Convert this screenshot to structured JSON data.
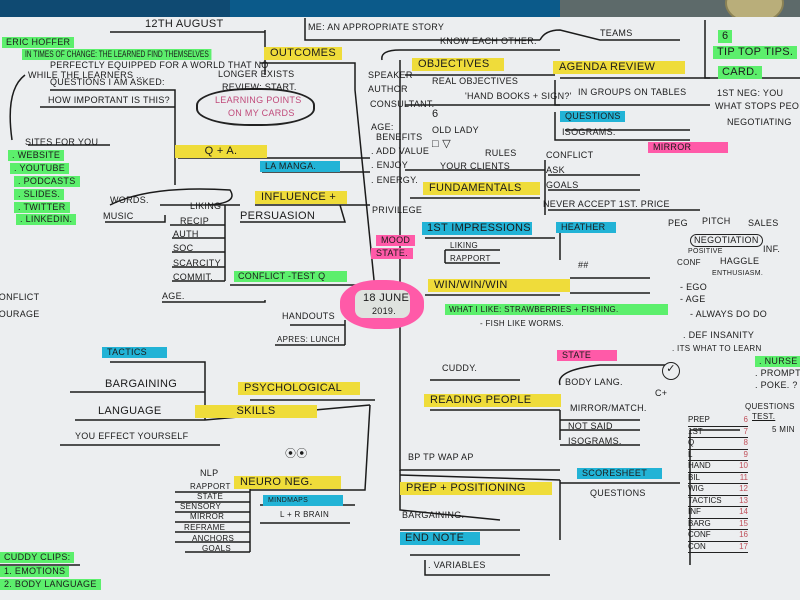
{
  "notes": {
    "date_aug": "12th August",
    "me_story": "ME: AN APPROPRIATE STORY",
    "know_each": "KNOW EACH OTHER.",
    "teams": "TEAMS",
    "tips_6": "6",
    "tips": "TIP TOP TIPS.",
    "card": "CARD.",
    "hoffer": "ERIC HOFFER",
    "quote1": "IN TIMES OF CHANGE: THE LEARNED FIND THEMSELVES",
    "quote2": "PERFECTLY EQUIPPED FOR A WORLD THAT NO",
    "quote3": "WHILE THE LEARNERS ...",
    "quote4": "LONGER EXISTS",
    "outcomes": "OUTCOMES",
    "review": "REVIEW: START.",
    "questions_asked": "QUESTIONS I AM ASKED:",
    "how_important": "HOW IMPORTANT IS THIS?",
    "learning_points": "LEARNING POINTS",
    "on_cards": "ON MY CARDS",
    "sites": "SITES FOR YOU",
    "website": ". WEBSITE",
    "youtube": ". YOUTUBE",
    "podcasts": ". PODCASTS",
    "slides": ". SLIDES.",
    "twitter": ". TWITTER",
    "linkedin": ". LINKEDIN.",
    "qa": "Q + A.",
    "la_manga": "LA MANGA.",
    "influence": "INFLUENCE +",
    "persuasion": "PERSUASION",
    "words": "WORDS.",
    "music": "MUSIC",
    "liking": "LIKING",
    "recip": "RECIP",
    "auth": "AUTH",
    "soc": "SOC",
    "scarcity": "SCARCITY",
    "commit": "COMMIT.",
    "conflict_test": "CONFLICT -TEST Q",
    "age": "AGE.",
    "conflict_l": "CONFLICT",
    "courage": "COURAGE",
    "speaker": "SPEAKER",
    "author": "AUTHOR",
    "consultant": "CONSULTANT.",
    "age_b": "AGE:",
    "benefits": "BENEFITS",
    "add_value": ". ADD VALUE",
    "enjoy": ". ENJOY",
    "energy": ". ENERGY.",
    "privilege": "PRIVILEGE",
    "mood": "MOOD",
    "state_mid": "STATE.",
    "june": "18 JUNE",
    "year": "2019.",
    "handouts": "HANDOUTS",
    "apres": "APRES: LUNCH",
    "objectives": "OBJECTIVES",
    "real_obj": "REAL OBJECTIVES",
    "handbooks": "'HAND BOOKS + SIGN?'",
    "six": "6",
    "old_lady": "OLD LADY",
    "rules": "RULES",
    "your_clients": "YOUR CLIENTS",
    "fundamentals": "FUNDAMENTALS",
    "conflict_r": "CONFLICT",
    "ask": "ASK",
    "goals": "GOALS",
    "never_accept": "NEVER ACCEPT 1ST. PRICE",
    "agenda": "AGENDA REVIEW",
    "groups": "IN GROUPS ON TABLES",
    "questions_b": "QUESTIONS",
    "isograms": "ISOGRAMS.",
    "mirror": "MIRROR",
    "first_neg": "1ST NEG: YOU",
    "what_stops": "WHAT STOPS PEOPLE",
    "negotiating": "NEGOTIATING",
    "first_impr": "1ST IMPRESSIONS",
    "liking2": "LIKING",
    "rapport": "RAPPORT",
    "heather": "HEATHER",
    "hash": "##",
    "peg": "PEG",
    "pitch": "PITCH",
    "sales": "SALES",
    "negotiation": "NEGOTIATION",
    "positive": "POSITIVE",
    "inf": "INF.",
    "conf": "CONF",
    "haggle": "HAGGLE",
    "enthusiasm": "ENTHUSIASM.",
    "ego": "- EGO",
    "age2": "- AGE",
    "winwin": "WIN/WIN/WIN",
    "what_like": "WHAT I LIKE: STRAWBERRIES + FISHING.",
    "fish": "- FISH LIKE WORMS.",
    "always": "- ALWAYS DO DO",
    "insanity": ". DEF INSANITY",
    "learn": ". ITS WHAT TO LEARN",
    "nurse": ". NURSE",
    "prompt": ". PROMPT",
    "poke": ". POKE. ?",
    "q_test": "QUESTIONS",
    "test": "TEST.",
    "five_min": "5 MIN",
    "state_r": "STATE",
    "body_lang": "BODY LANG.",
    "cplus": "C+",
    "mirror_match": "MIRROR/MATCH.",
    "not_said": "NOT SAID",
    "isograms2": "ISOGRAMS.",
    "cuddy": "CUDDY.",
    "reading": "READING PEOPLE",
    "bptp": "BP TP WAP AP",
    "prep_pos": "PREP + POSITIONING",
    "scoresheet": "SCORESHEET",
    "questions_s": "QUESTIONS",
    "bargaining_r": "BARGAINING.",
    "end_note": "END NOTE",
    "variables": ". VARIABLES",
    "tactics": "TACTICS",
    "bargaining_l": "BARGAINING",
    "language": "LANGUAGE",
    "effect": "YOU EFFECT YOURSELF",
    "psych": "PSYCHOLOGICAL",
    "skills": "SKILLS",
    "nlp": "NLP",
    "rapport2": "RAPPORT",
    "state2": "STATE",
    "sensory": "SENSORY",
    "mirror2": "MIRROR",
    "reframe": "REFRAME",
    "anchors": "ANCHORS",
    "goals2": "GOALS",
    "neuro": "NEURO NEG.",
    "mindmaps": "MINDMAPS",
    "brain": "L + R BRAIN",
    "cuddy_clips": "CUDDY CLIPS:",
    "emotions": "1. EMOTIONS",
    "body_language": "2. BODY LANGUAGE"
  },
  "scores": [
    {
      "label": "PREP",
      "n": "6"
    },
    {
      "label": "1ST",
      "n": "7"
    },
    {
      "label": "Q",
      "n": "8"
    },
    {
      "label": "L",
      "n": "9"
    },
    {
      "label": "HAND",
      "n": "10"
    },
    {
      "label": "BIL",
      "n": "11"
    },
    {
      "label": "WIG",
      "n": "12"
    },
    {
      "label": "TACTICS",
      "n": "13"
    },
    {
      "label": "INF",
      "n": "14"
    },
    {
      "label": "BARG",
      "n": "15"
    },
    {
      "label": "CONF",
      "n": "16"
    },
    {
      "label": "CON",
      "n": "17"
    }
  ],
  "colors": {
    "yellow": "#efdc3a",
    "green": "#5cef6c",
    "blue": "#22b3d6",
    "pink": "#ff5aa8"
  }
}
